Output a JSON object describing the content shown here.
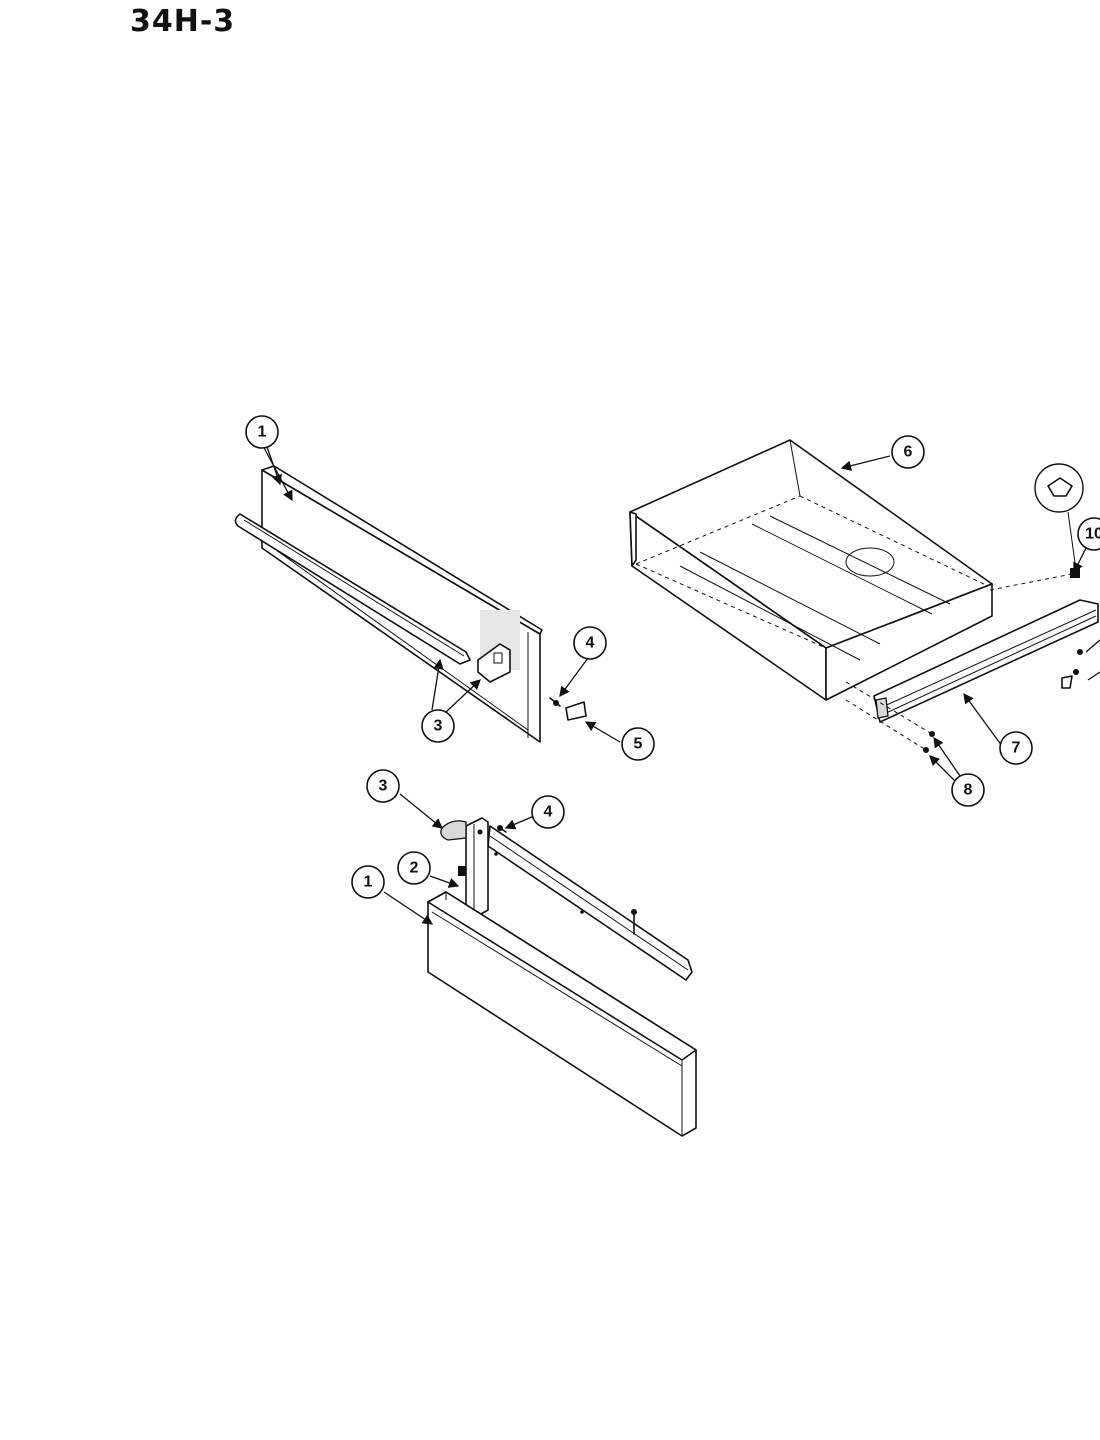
{
  "title": "34H-3",
  "callouts": {
    "c1a": "1",
    "c3a": "3",
    "c4a": "4",
    "c5": "5",
    "c6": "6",
    "c7": "7",
    "c8": "8",
    "c10": "10",
    "c3b": "3",
    "c4b": "4",
    "c2": "2",
    "c1b": "1"
  }
}
